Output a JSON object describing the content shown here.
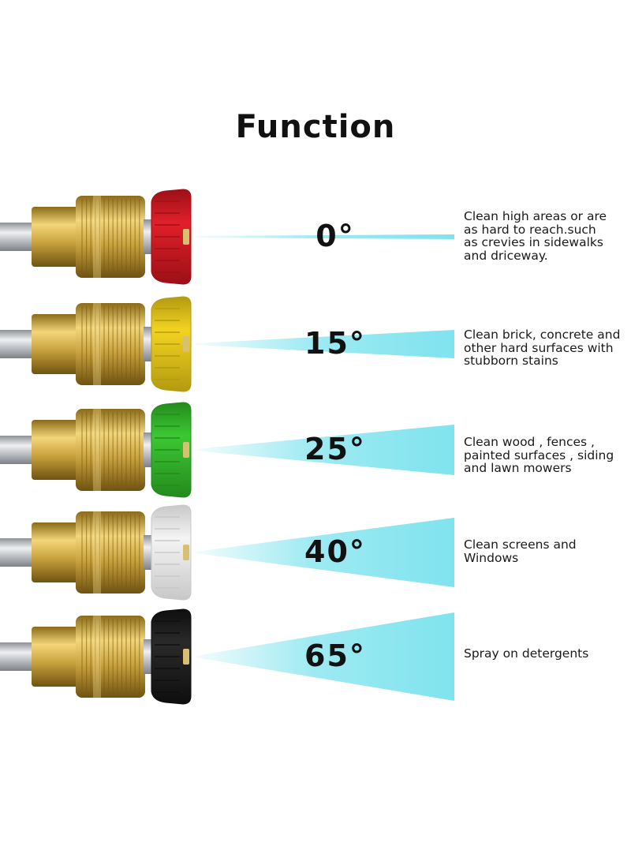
{
  "title": "Function",
  "colors": {
    "spray": "#7fe3ee",
    "brass": "#c9a23e",
    "rod": "#c4c7cc"
  },
  "nozzles": [
    {
      "angle": "0°",
      "degrees": 0,
      "tip_color": "#e0202a",
      "tip_dark": "#9c1016",
      "description": [
        "Clean high areas or are",
        "as hard to reach.such",
        "as crevies in sidewalks",
        "and driceway."
      ]
    },
    {
      "angle": "15°",
      "degrees": 15,
      "tip_color": "#f3d321",
      "tip_dark": "#b39a10",
      "description": [
        "Clean brick, concrete and",
        "other hard surfaces with",
        "stubborn stains"
      ]
    },
    {
      "angle": "25°",
      "degrees": 25,
      "tip_color": "#3cc832",
      "tip_dark": "#248a1e",
      "description": [
        "Clean wood , fences ,",
        "painted surfaces , siding",
        "and lawn mowers"
      ]
    },
    {
      "angle": "40°",
      "degrees": 40,
      "tip_color": "#f4f4f4",
      "tip_dark": "#c8c8c8",
      "description": [
        "Clean screens and",
        "Windows"
      ]
    },
    {
      "angle": "65°",
      "degrees": 65,
      "tip_color": "#2a2a2a",
      "tip_dark": "#0e0e0e",
      "description": [
        "Spray on detergents"
      ]
    }
  ]
}
